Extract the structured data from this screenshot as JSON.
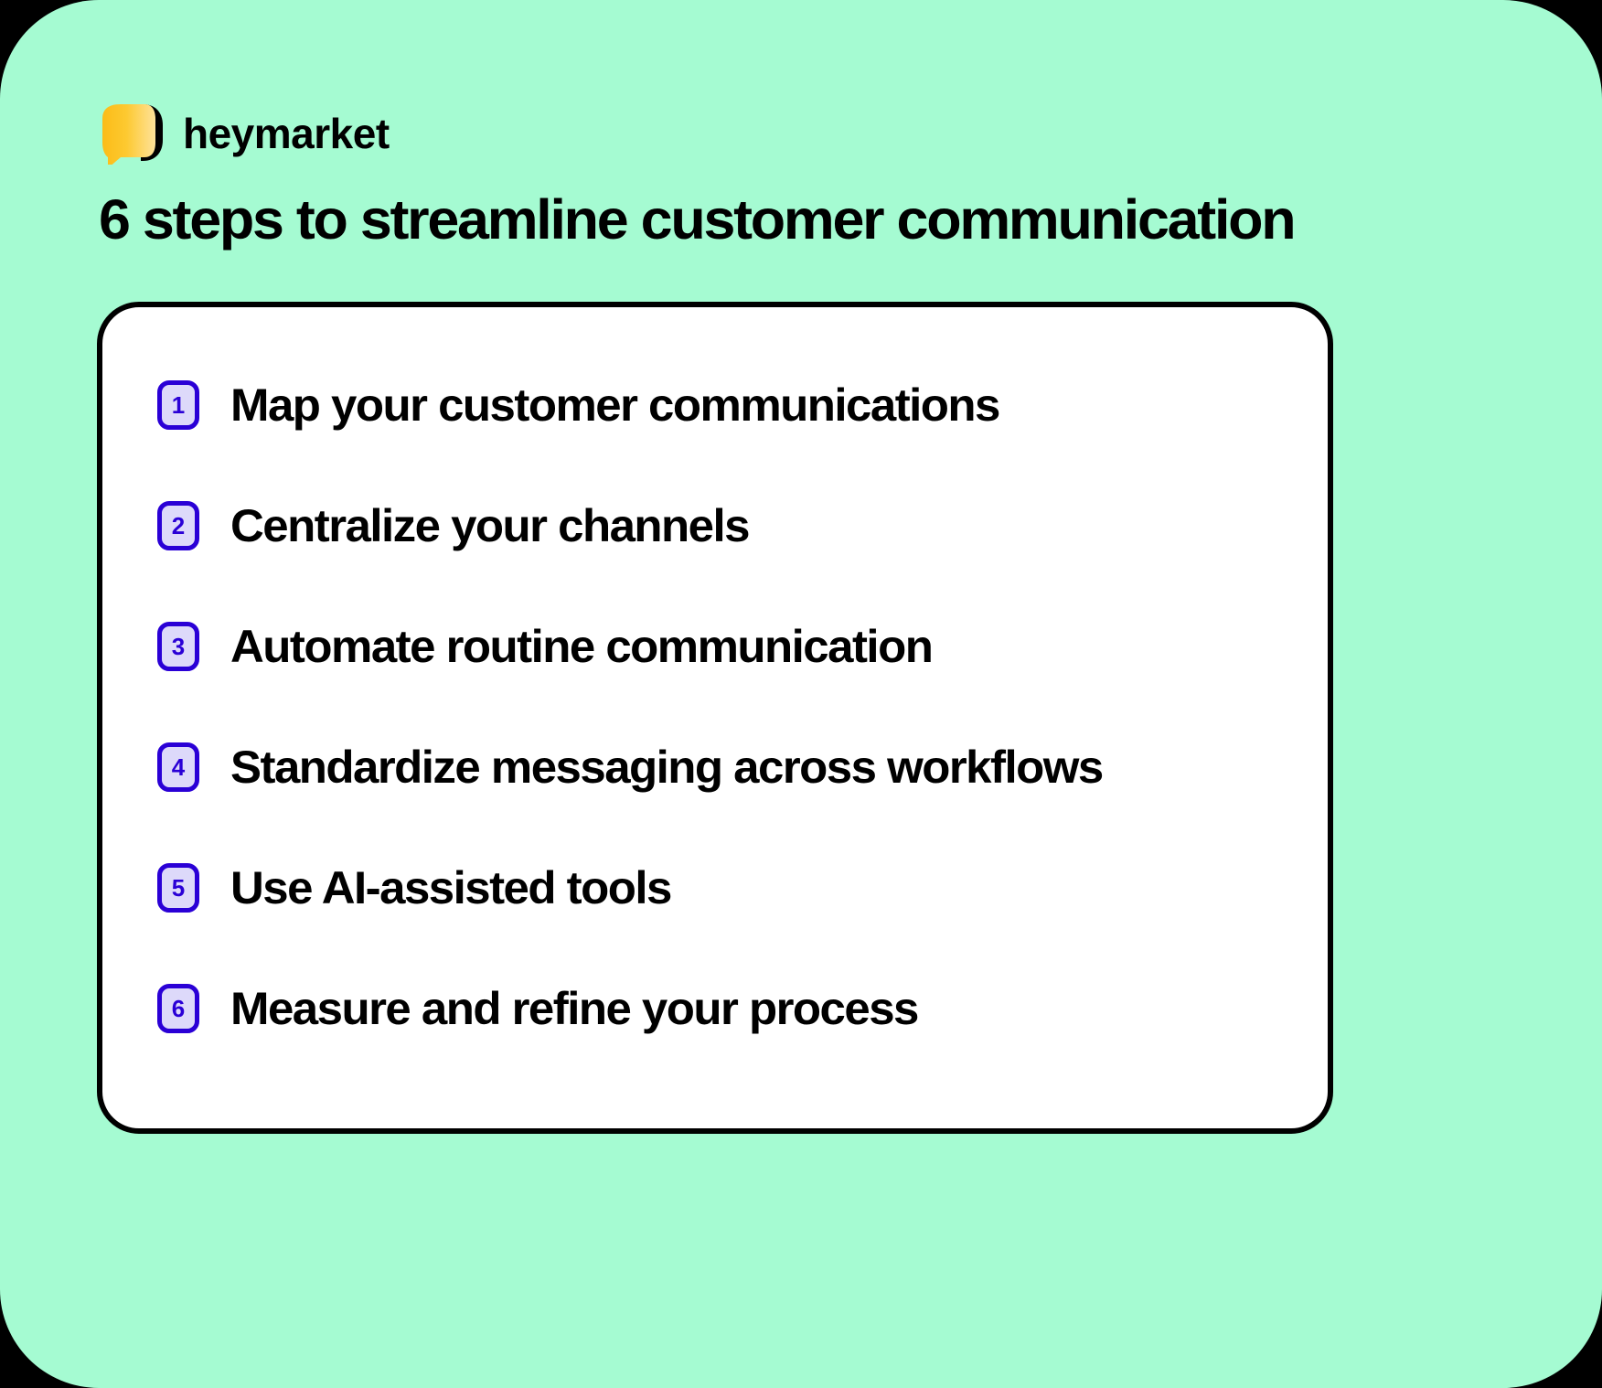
{
  "theme": {
    "page_background": "#000000",
    "panel_background": "#A5FBD2",
    "card_background": "#FFFFFF",
    "card_border": "#000000",
    "badge_border": "#2A00D6",
    "badge_fill": "#DDD9FA",
    "badge_text": "#2A00D6",
    "logo_yellow": "#FCC63A",
    "logo_black": "#000000",
    "text": "#000000"
  },
  "brand": {
    "name": "heymarket",
    "logo_icon": "speech-bubble-icon"
  },
  "headline": "6 steps to streamline customer communication",
  "card": {
    "steps": [
      {
        "number": "1",
        "label": "Map your customer communications"
      },
      {
        "number": "2",
        "label": "Centralize your channels"
      },
      {
        "number": "3",
        "label": "Automate routine communication"
      },
      {
        "number": "4",
        "label": "Standardize messaging across workflows"
      },
      {
        "number": "5",
        "label": "Use AI-assisted tools"
      },
      {
        "number": "6",
        "label": "Measure and refine your process"
      }
    ]
  }
}
